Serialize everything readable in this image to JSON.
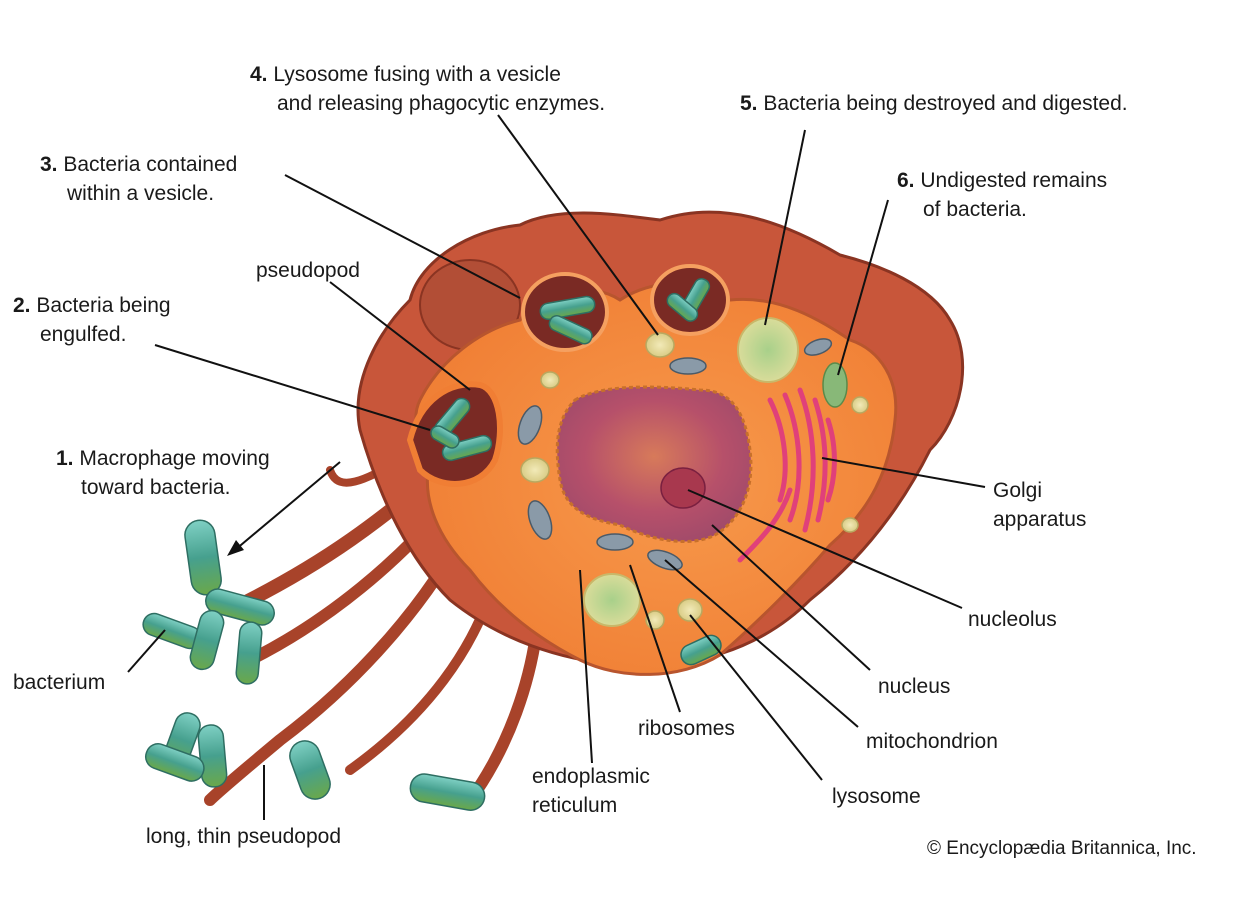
{
  "steps": [
    {
      "num": "1.",
      "line1": "Macrophage moving",
      "line2": "toward bacteria."
    },
    {
      "num": "2.",
      "line1": "Bacteria being",
      "line2": "engulfed."
    },
    {
      "num": "3.",
      "line1": "Bacteria contained",
      "line2": "within a vesicle."
    },
    {
      "num": "4.",
      "line1": "Lysosome fusing with a vesicle",
      "line2": "and releasing phagocytic enzymes."
    },
    {
      "num": "5.",
      "line1": "Bacteria being destroyed and digested.",
      "line2": ""
    },
    {
      "num": "6.",
      "line1": "Undigested remains",
      "line2": "of bacteria."
    }
  ],
  "labels": {
    "pseudopod": "pseudopod",
    "bacterium": "bacterium",
    "long_thin_pseudopod": "long, thin pseudopod",
    "endoplasmic_1": "endoplasmic",
    "endoplasmic_2": "reticulum",
    "ribosomes": "ribosomes",
    "lysosome": "lysosome",
    "mitochondrion": "mitochondrion",
    "nucleus": "nucleus",
    "nucleolus": "nucleolus",
    "golgi_1": "Golgi",
    "golgi_2": "apparatus"
  },
  "copyright": "© Encyclopædia Britannica, Inc.",
  "colors": {
    "cytoplasm": "#f58a3c",
    "membrane": "#a8432a",
    "nucleus": "#b8505e",
    "bacteria": "#4fa896",
    "lysosome": "#e8dc9a",
    "golgi": "#e0407a",
    "mitochondrion": "#8a9aa8"
  }
}
